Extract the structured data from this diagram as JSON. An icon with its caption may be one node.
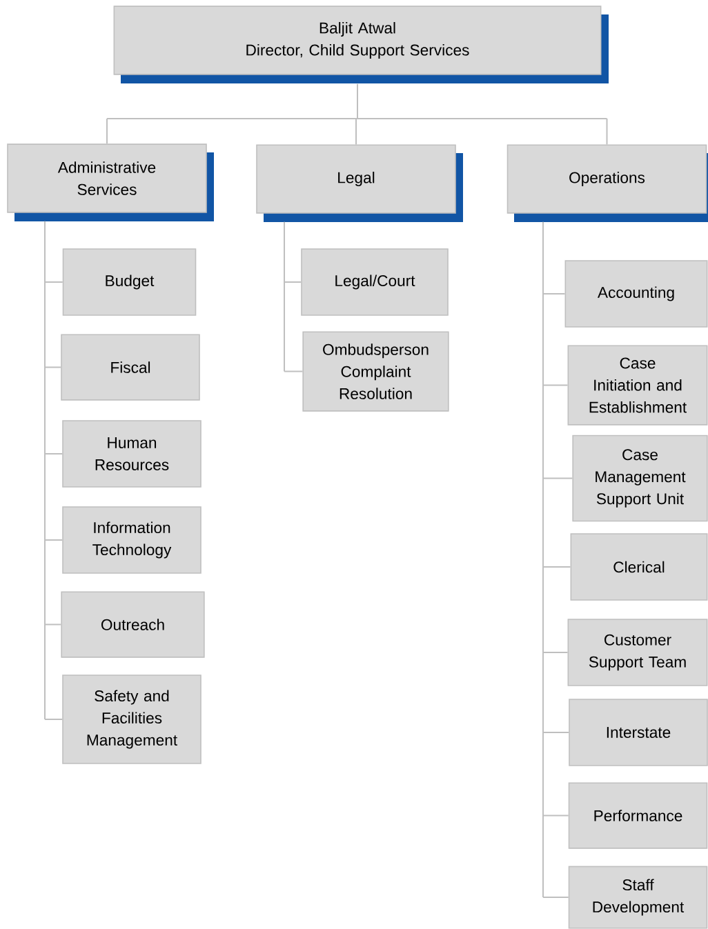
{
  "diagram": {
    "nodes": [
      {
        "text": [
          "Baljit Atwal",
          "Director, Child Support Services"
        ]
      },
      {
        "text": [
          "Administrative Services"
        ]
      },
      {
        "text": [
          "Legal"
        ]
      },
      {
        "text": [
          "Operations"
        ]
      },
      {
        "text": [
          "Budget"
        ]
      },
      {
        "text": [
          "Fiscal"
        ]
      },
      {
        "text": [
          "Human Resources"
        ]
      },
      {
        "text": [
          "Information Technology"
        ]
      },
      {
        "text": [
          "Outreach"
        ]
      },
      {
        "text": [
          "Safety and Facilities Management"
        ]
      },
      {
        "text": [
          "Legal/Court"
        ]
      },
      {
        "text": [
          "Ombudsperson Complaint Resolution"
        ]
      },
      {
        "text": [
          "Accounting"
        ]
      },
      {
        "text": [
          "Case Initiation and Establishment"
        ]
      },
      {
        "text": [
          "Case Management Support Unit"
        ]
      },
      {
        "text": [
          "Clerical"
        ]
      },
      {
        "text": [
          "Customer Support Team"
        ]
      },
      {
        "text": [
          "Interstate"
        ]
      },
      {
        "text": [
          "Performance"
        ]
      },
      {
        "text": [
          "Staff Development"
        ]
      }
    ],
    "edges": [
      {
        "from": 0,
        "to": 1,
        "arrow": "none"
      },
      {
        "from": 0,
        "to": 2,
        "arrow": "none"
      },
      {
        "from": 0,
        "to": 3,
        "arrow": "none"
      },
      {
        "from": 1,
        "to": 4,
        "arrow": "none"
      },
      {
        "from": 1,
        "to": 5,
        "arrow": "none"
      },
      {
        "from": 1,
        "to": 6,
        "arrow": "none"
      },
      {
        "from": 1,
        "to": 7,
        "arrow": "none"
      },
      {
        "from": 1,
        "to": 8,
        "arrow": "none"
      },
      {
        "from": 1,
        "to": 9,
        "arrow": "none"
      },
      {
        "from": 2,
        "to": 10,
        "arrow": "none"
      },
      {
        "from": 2,
        "to": 11,
        "arrow": "none"
      },
      {
        "from": 3,
        "to": 12,
        "arrow": "none"
      },
      {
        "from": 3,
        "to": 13,
        "arrow": "none"
      },
      {
        "from": 3,
        "to": 14,
        "arrow": "none"
      },
      {
        "from": 3,
        "to": 15,
        "arrow": "none"
      },
      {
        "from": 3,
        "to": 16,
        "arrow": "none"
      },
      {
        "from": 3,
        "to": 17,
        "arrow": "none"
      },
      {
        "from": 3,
        "to": 18,
        "arrow": "none"
      },
      {
        "from": 3,
        "to": 19,
        "arrow": "none"
      }
    ]
  }
}
